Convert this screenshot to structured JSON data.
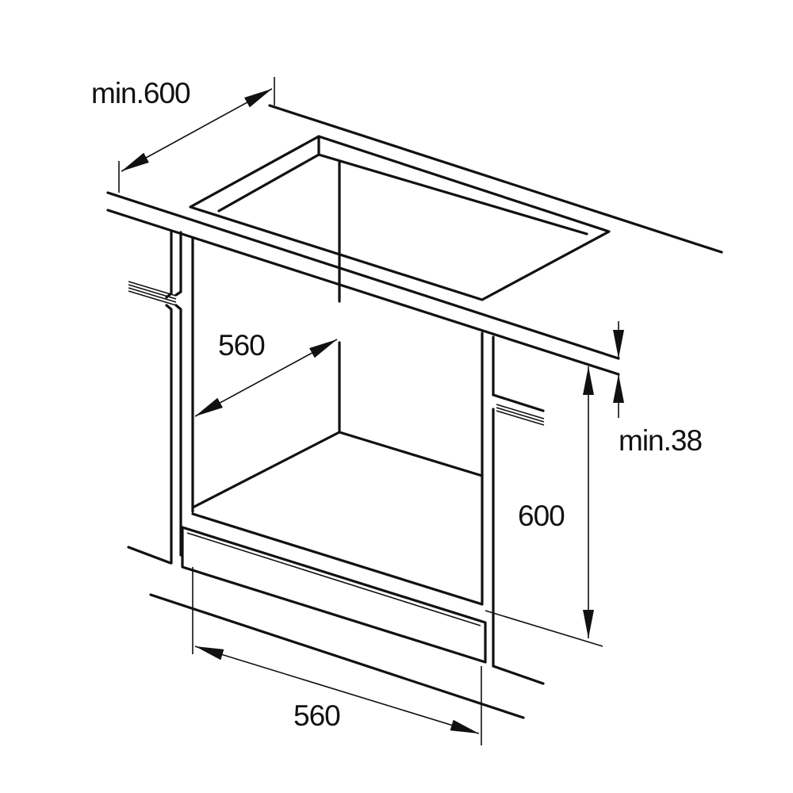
{
  "diagram": {
    "labels": {
      "counter_depth": "min.600",
      "niche_depth": "560",
      "counter_thickness": "min.38",
      "niche_height": "600",
      "niche_width": "560"
    },
    "line_color": "#111111",
    "background": "#ffffff"
  }
}
